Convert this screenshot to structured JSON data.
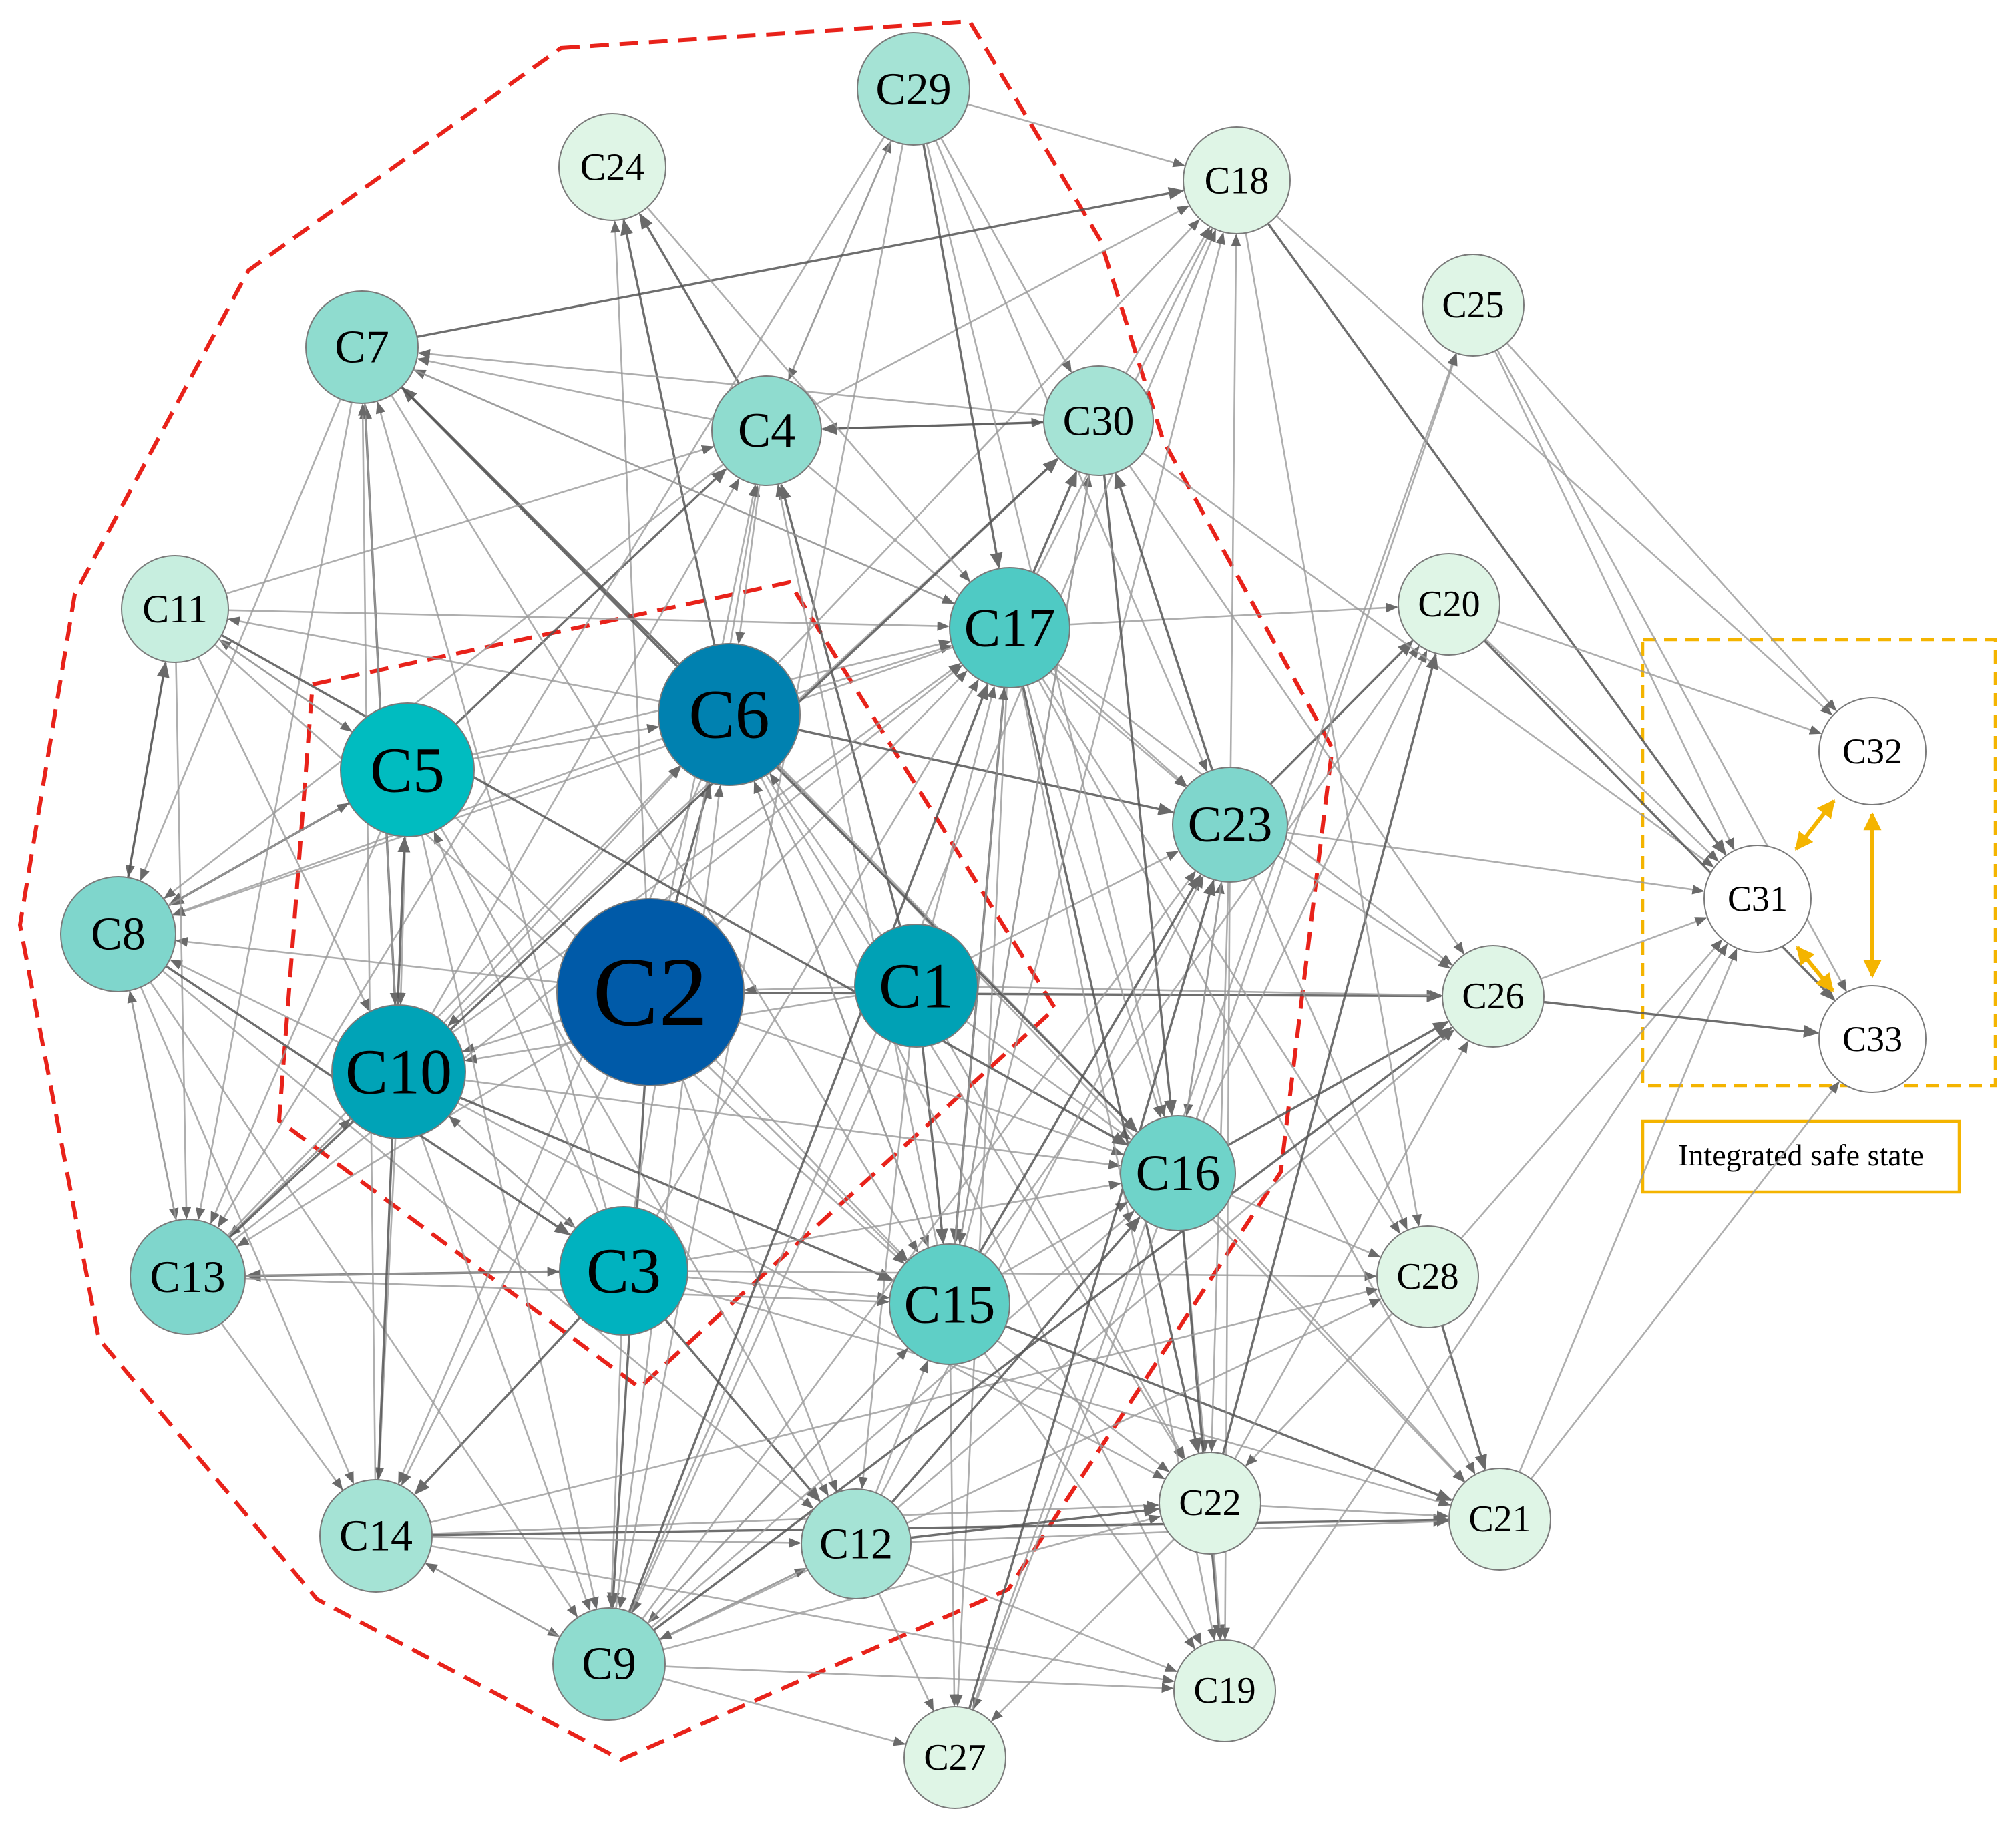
{
  "colors": {
    "edge_dark": "#555555",
    "edge_light": "#9a9a9a",
    "cluster_boundary": "#e8221a",
    "safe_state_box": "#f4b400",
    "safe_state_edge": "#f4b400",
    "node_outline": "#7a7a7a"
  },
  "legend": {
    "safe_state_label": "Integrated safe state"
  },
  "nodes": [
    {
      "id": "C1",
      "label": "C1",
      "color": "#00a1b5"
    },
    {
      "id": "C2",
      "label": "C2",
      "color": "#005aa8"
    },
    {
      "id": "C3",
      "label": "C3",
      "color": "#00b2bf"
    },
    {
      "id": "C4",
      "label": "C4",
      "color": "#8fdccf"
    },
    {
      "id": "C5",
      "label": "C5",
      "color": "#00bcc0"
    },
    {
      "id": "C6",
      "label": "C6",
      "color": "#0081b0"
    },
    {
      "id": "C7",
      "label": "C7",
      "color": "#8fdccf"
    },
    {
      "id": "C8",
      "label": "C8",
      "color": "#7fd6cc"
    },
    {
      "id": "C9",
      "label": "C9",
      "color": "#8fdccf"
    },
    {
      "id": "C10",
      "label": "C10",
      "color": "#00a3b7"
    },
    {
      "id": "C11",
      "label": "C11",
      "color": "#c7eedf"
    },
    {
      "id": "C12",
      "label": "C12",
      "color": "#a5e3d5"
    },
    {
      "id": "C13",
      "label": "C13",
      "color": "#7fd6cc"
    },
    {
      "id": "C14",
      "label": "C14",
      "color": "#a5e3d5"
    },
    {
      "id": "C15",
      "label": "C15",
      "color": "#5fcfc6"
    },
    {
      "id": "C16",
      "label": "C16",
      "color": "#6fd3c9"
    },
    {
      "id": "C17",
      "label": "C17",
      "color": "#4fcac4"
    },
    {
      "id": "C18",
      "label": "C18",
      "color": "#dff5e6"
    },
    {
      "id": "C19",
      "label": "C19",
      "color": "#dff5e6"
    },
    {
      "id": "C20",
      "label": "C20",
      "color": "#dff5e6"
    },
    {
      "id": "C21",
      "label": "C21",
      "color": "#dff5e6"
    },
    {
      "id": "C22",
      "label": "C22",
      "color": "#dff5e6"
    },
    {
      "id": "C23",
      "label": "C23",
      "color": "#7fd6cc"
    },
    {
      "id": "C24",
      "label": "C24",
      "color": "#dff5e6"
    },
    {
      "id": "C25",
      "label": "C25",
      "color": "#dff5e6"
    },
    {
      "id": "C26",
      "label": "C26",
      "color": "#dff5e6"
    },
    {
      "id": "C27",
      "label": "C27",
      "color": "#dff5e6"
    },
    {
      "id": "C28",
      "label": "C28",
      "color": "#dff5e6"
    },
    {
      "id": "C29",
      "label": "C29",
      "color": "#a5e3d5"
    },
    {
      "id": "C30",
      "label": "C30",
      "color": "#a5e3d5"
    },
    {
      "id": "C31",
      "label": "C31",
      "color": "#ffffff"
    },
    {
      "id": "C32",
      "label": "C32",
      "color": "#ffffff"
    },
    {
      "id": "C33",
      "label": "C33",
      "color": "#ffffff"
    }
  ],
  "edges": [
    [
      "C2",
      "C6"
    ],
    [
      "C2",
      "C10"
    ],
    [
      "C2",
      "C8"
    ],
    [
      "C2",
      "C15"
    ],
    [
      "C2",
      "C16"
    ],
    [
      "C2",
      "C9"
    ],
    [
      "C2",
      "C12"
    ],
    [
      "C2",
      "C17"
    ],
    [
      "C2",
      "C4"
    ],
    [
      "C2",
      "C14"
    ],
    [
      "C2",
      "C26"
    ],
    [
      "C2",
      "C24"
    ],
    [
      "C2",
      "C13"
    ],
    [
      "C1",
      "C2"
    ],
    [
      "C1",
      "C6"
    ],
    [
      "C1",
      "C15"
    ],
    [
      "C1",
      "C23"
    ],
    [
      "C1",
      "C10"
    ],
    [
      "C1",
      "C9"
    ],
    [
      "C1",
      "C16"
    ],
    [
      "C1",
      "C4"
    ],
    [
      "C1",
      "C12"
    ],
    [
      "C1",
      "C17"
    ],
    [
      "C1",
      "C22"
    ],
    [
      "C1",
      "C26"
    ],
    [
      "C6",
      "C7"
    ],
    [
      "C6",
      "C16"
    ],
    [
      "C6",
      "C18"
    ],
    [
      "C6",
      "C17"
    ],
    [
      "C6",
      "C15"
    ],
    [
      "C6",
      "C23"
    ],
    [
      "C6",
      "C11"
    ],
    [
      "C6",
      "C8"
    ],
    [
      "C6",
      "C14"
    ],
    [
      "C6",
      "C21"
    ],
    [
      "C6",
      "C24"
    ],
    [
      "C6",
      "C19"
    ],
    [
      "C6",
      "C22"
    ],
    [
      "C5",
      "C6"
    ],
    [
      "C5",
      "C10"
    ],
    [
      "C5",
      "C8"
    ],
    [
      "C5",
      "C9"
    ],
    [
      "C5",
      "C17"
    ],
    [
      "C5",
      "C15"
    ],
    [
      "C5",
      "C13"
    ],
    [
      "C5",
      "C4"
    ],
    [
      "C5",
      "C11"
    ],
    [
      "C5",
      "C12"
    ],
    [
      "C10",
      "C6"
    ],
    [
      "C10",
      "C9"
    ],
    [
      "C10",
      "C7"
    ],
    [
      "C10",
      "C3"
    ],
    [
      "C10",
      "C8"
    ],
    [
      "C10",
      "C14"
    ],
    [
      "C10",
      "C13"
    ],
    [
      "C10",
      "C15"
    ],
    [
      "C10",
      "C16"
    ],
    [
      "C10",
      "C4"
    ],
    [
      "C10",
      "C22"
    ],
    [
      "C10",
      "C17"
    ],
    [
      "C3",
      "C13"
    ],
    [
      "C3",
      "C9"
    ],
    [
      "C3",
      "C15"
    ],
    [
      "C3",
      "C5"
    ],
    [
      "C3",
      "C7"
    ],
    [
      "C3",
      "C14"
    ],
    [
      "C3",
      "C16"
    ],
    [
      "C3",
      "C17"
    ],
    [
      "C3",
      "C28"
    ],
    [
      "C3",
      "C21"
    ],
    [
      "C3",
      "C12"
    ],
    [
      "C3",
      "C4"
    ],
    [
      "C3",
      "C10"
    ],
    [
      "C17",
      "C18"
    ],
    [
      "C17",
      "C23"
    ],
    [
      "C17",
      "C15"
    ],
    [
      "C17",
      "C16"
    ],
    [
      "C17",
      "C20"
    ],
    [
      "C17",
      "C21"
    ],
    [
      "C17",
      "C19"
    ],
    [
      "C17",
      "C22"
    ],
    [
      "C17",
      "C7"
    ],
    [
      "C17",
      "C26"
    ],
    [
      "C17",
      "C28"
    ],
    [
      "C17",
      "C8"
    ],
    [
      "C17",
      "C30"
    ],
    [
      "C17",
      "C27"
    ],
    [
      "C15",
      "C17"
    ],
    [
      "C15",
      "C18"
    ],
    [
      "C15",
      "C20"
    ],
    [
      "C15",
      "C23"
    ],
    [
      "C15",
      "C16"
    ],
    [
      "C15",
      "C19"
    ],
    [
      "C15",
      "C22"
    ],
    [
      "C15",
      "C27"
    ],
    [
      "C15",
      "C21"
    ],
    [
      "C15",
      "C9"
    ],
    [
      "C15",
      "C6"
    ],
    [
      "C15",
      "C4"
    ],
    [
      "C15",
      "C30"
    ],
    [
      "C16",
      "C26"
    ],
    [
      "C16",
      "C20"
    ],
    [
      "C16",
      "C21"
    ],
    [
      "C16",
      "C22"
    ],
    [
      "C16",
      "C23"
    ],
    [
      "C16",
      "C19"
    ],
    [
      "C16",
      "C28"
    ],
    [
      "C16",
      "C27"
    ],
    [
      "C23",
      "C26"
    ],
    [
      "C23",
      "C31"
    ],
    [
      "C23",
      "C20"
    ],
    [
      "C23",
      "C28"
    ],
    [
      "C23",
      "C22"
    ],
    [
      "C23",
      "C18"
    ],
    [
      "C23",
      "C16"
    ],
    [
      "C23",
      "C30"
    ],
    [
      "C23",
      "C19"
    ],
    [
      "C4",
      "C29"
    ],
    [
      "C4",
      "C30"
    ],
    [
      "C4",
      "C7"
    ],
    [
      "C4",
      "C24"
    ],
    [
      "C4",
      "C6"
    ],
    [
      "C4",
      "C18"
    ],
    [
      "C4",
      "C23"
    ],
    [
      "C4",
      "C8"
    ],
    [
      "C30",
      "C4"
    ],
    [
      "C30",
      "C7"
    ],
    [
      "C30",
      "C18"
    ],
    [
      "C30",
      "C31"
    ],
    [
      "C30",
      "C26"
    ],
    [
      "C30",
      "C16"
    ],
    [
      "C30",
      "C15"
    ],
    [
      "C30",
      "C10"
    ],
    [
      "C29",
      "C18"
    ],
    [
      "C29",
      "C30"
    ],
    [
      "C29",
      "C17"
    ],
    [
      "C29",
      "C23"
    ],
    [
      "C29",
      "C13"
    ],
    [
      "C29",
      "C16"
    ],
    [
      "C29",
      "C4"
    ],
    [
      "C7",
      "C18"
    ],
    [
      "C7",
      "C8"
    ],
    [
      "C7",
      "C17"
    ],
    [
      "C7",
      "C10"
    ],
    [
      "C7",
      "C15"
    ],
    [
      "C7",
      "C16"
    ],
    [
      "C7",
      "C13"
    ],
    [
      "C11",
      "C4"
    ],
    [
      "C11",
      "C8"
    ],
    [
      "C11",
      "C17"
    ],
    [
      "C11",
      "C16"
    ],
    [
      "C11",
      "C15"
    ],
    [
      "C11",
      "C13"
    ],
    [
      "C11",
      "C5"
    ],
    [
      "C8",
      "C13"
    ],
    [
      "C8",
      "C11"
    ],
    [
      "C8",
      "C5"
    ],
    [
      "C8",
      "C14"
    ],
    [
      "C8",
      "C9"
    ],
    [
      "C8",
      "C12"
    ],
    [
      "C8",
      "C3"
    ],
    [
      "C13",
      "C8"
    ],
    [
      "C13",
      "C14"
    ],
    [
      "C13",
      "C10"
    ],
    [
      "C13",
      "C6"
    ],
    [
      "C13",
      "C30"
    ],
    [
      "C13",
      "C17"
    ],
    [
      "C13",
      "C15"
    ],
    [
      "C13",
      "C3"
    ],
    [
      "C14",
      "C22"
    ],
    [
      "C14",
      "C21"
    ],
    [
      "C14",
      "C19"
    ],
    [
      "C14",
      "C28"
    ],
    [
      "C14",
      "C9"
    ],
    [
      "C14",
      "C7"
    ],
    [
      "C14",
      "C5"
    ],
    [
      "C14",
      "C12"
    ],
    [
      "C9",
      "C14"
    ],
    [
      "C9",
      "C27"
    ],
    [
      "C9",
      "C19"
    ],
    [
      "C9",
      "C26"
    ],
    [
      "C9",
      "C23"
    ],
    [
      "C9",
      "C16"
    ],
    [
      "C9",
      "C28"
    ],
    [
      "C9",
      "C6"
    ],
    [
      "C9",
      "C17"
    ],
    [
      "C9",
      "C18"
    ],
    [
      "C9",
      "C15"
    ],
    [
      "C9",
      "C22"
    ],
    [
      "C9",
      "C12"
    ],
    [
      "C12",
      "C22"
    ],
    [
      "C12",
      "C21"
    ],
    [
      "C12",
      "C27"
    ],
    [
      "C12",
      "C19"
    ],
    [
      "C12",
      "C26"
    ],
    [
      "C12",
      "C16"
    ],
    [
      "C12",
      "C23"
    ],
    [
      "C12",
      "C15"
    ],
    [
      "C12",
      "C9"
    ],
    [
      "C22",
      "C19"
    ],
    [
      "C22",
      "C20"
    ],
    [
      "C22",
      "C21"
    ],
    [
      "C22",
      "C27"
    ],
    [
      "C22",
      "C26"
    ],
    [
      "C28",
      "C31"
    ],
    [
      "C28",
      "C21"
    ],
    [
      "C28",
      "C22"
    ],
    [
      "C19",
      "C31"
    ],
    [
      "C21",
      "C31"
    ],
    [
      "C21",
      "C33"
    ],
    [
      "C18",
      "C31"
    ],
    [
      "C18",
      "C32"
    ],
    [
      "C18",
      "C28"
    ],
    [
      "C20",
      "C31"
    ],
    [
      "C20",
      "C32"
    ],
    [
      "C20",
      "C33"
    ],
    [
      "C25",
      "C32"
    ],
    [
      "C25",
      "C31"
    ],
    [
      "C25",
      "C33"
    ],
    [
      "C26",
      "C31"
    ],
    [
      "C26",
      "C33"
    ],
    [
      "C24",
      "C17"
    ],
    [
      "C27",
      "C25"
    ],
    [
      "C16",
      "C25"
    ],
    [
      "C11",
      "C10"
    ],
    [
      "C27",
      "C23"
    ],
    [
      "C29",
      "C9"
    ]
  ],
  "safe_state_edges": [
    [
      "C31",
      "C32"
    ],
    [
      "C31",
      "C33"
    ],
    [
      "C32",
      "C33"
    ]
  ]
}
